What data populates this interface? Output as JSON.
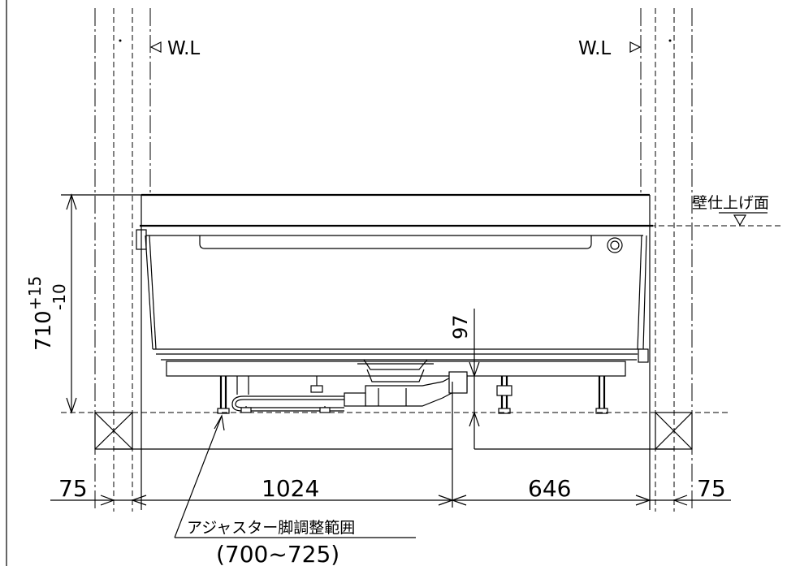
{
  "labels": {
    "water_level_left": "W.L",
    "water_level_right": "W.L",
    "wall_finish": "壁仕上げ面",
    "height_main": "710",
    "height_tol_plus": "+15",
    "height_tol_minus": "-10",
    "drain_clearance": "97",
    "dim_left_margin": "75",
    "dim_left_span": "1024",
    "dim_right_span": "646",
    "dim_right_margin": "75",
    "adjuster_note": "アジャスター脚調整範囲",
    "adjuster_range": "(700~725)"
  }
}
